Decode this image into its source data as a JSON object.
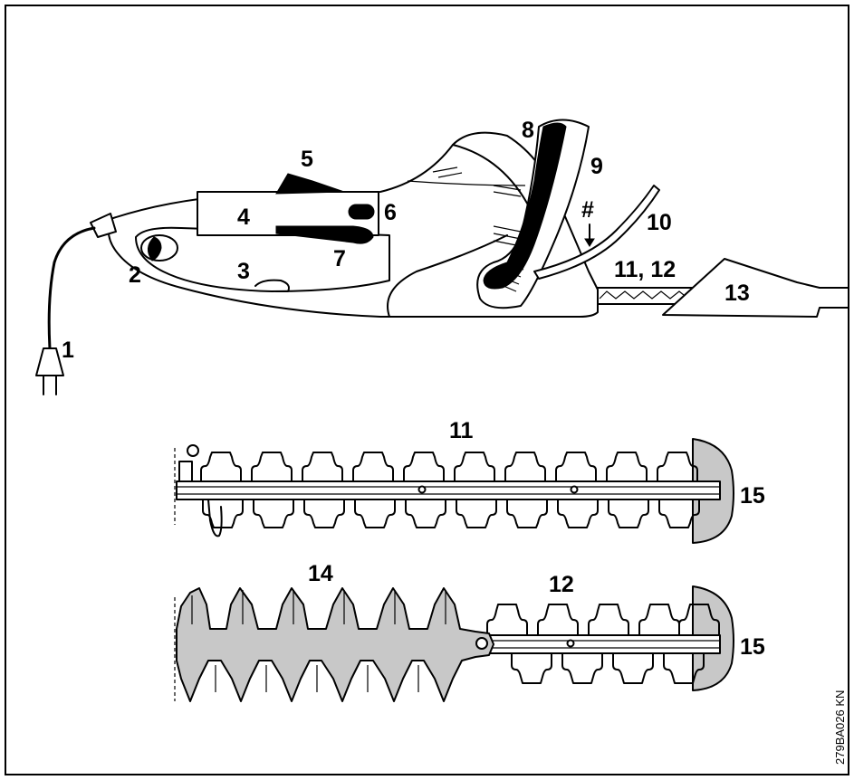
{
  "labels": {
    "l1": "1",
    "l2": "2",
    "l3": "3",
    "l4": "4",
    "l5": "5",
    "l6": "6",
    "l7": "7",
    "l8": "8",
    "l9": "9",
    "l10": "10",
    "hash": "#",
    "l11_12": "11, 12",
    "l13": "13",
    "blade1_label": "11",
    "blade1_end": "15",
    "blade2_left": "14",
    "blade2_right": "12",
    "blade2_end": "15"
  },
  "figure_code": "279BA026 KN",
  "colors": {
    "line": "#000000",
    "fill": "#ffffff",
    "shade": "#c8c8c8"
  }
}
